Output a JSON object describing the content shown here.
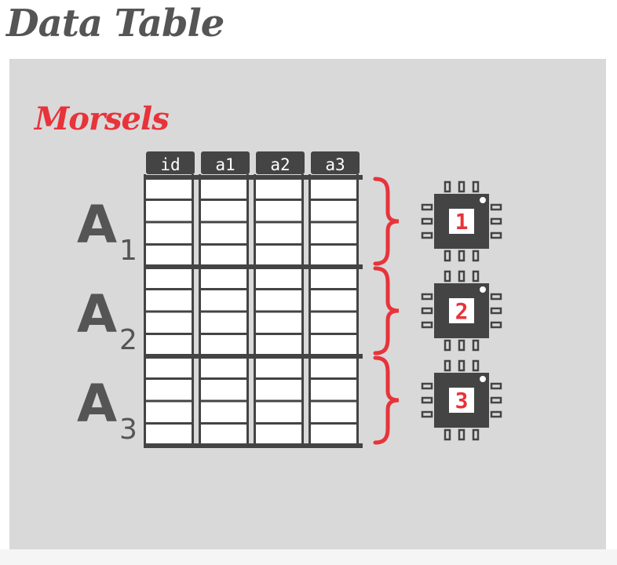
{
  "title": "Data Table",
  "subtitle": "Morsels",
  "table": {
    "columns": [
      "id",
      "a1",
      "a2",
      "a3"
    ],
    "rows_per_partition": 4
  },
  "partitions": [
    {
      "letter": "A",
      "index": "1",
      "core": "1"
    },
    {
      "letter": "A",
      "index": "2",
      "core": "2"
    },
    {
      "letter": "A",
      "index": "3",
      "core": "3"
    }
  ],
  "colors": {
    "accent": "#e8333a",
    "dark": "#444444",
    "text": "#555555",
    "panel": "#d9d9d9"
  },
  "icons": {
    "brace": "curly-brace-icon",
    "core": "cpu-chip-icon"
  }
}
